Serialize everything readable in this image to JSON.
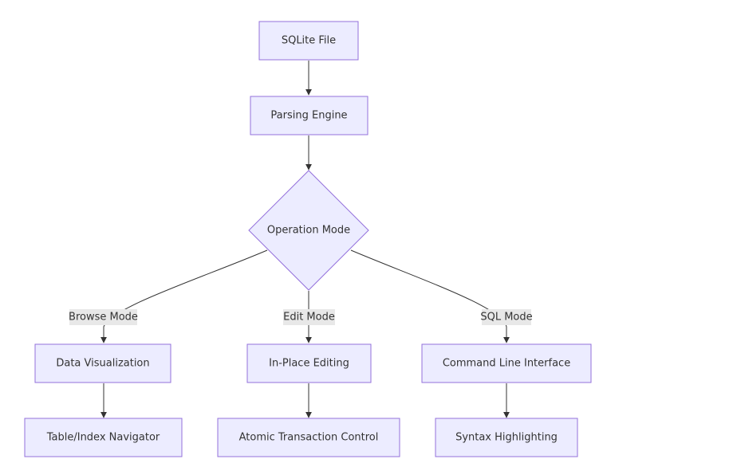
{
  "diagram": {
    "nodes": {
      "sqlite_file": "SQLite File",
      "parsing_engine": "Parsing Engine",
      "operation_mode": "Operation Mode",
      "data_visualization": "Data Visualization",
      "in_place_editing": "In-Place Editing",
      "command_line_interface": "Command Line Interface",
      "table_index_navigator": "Table/Index Navigator",
      "atomic_transaction_control": "Atomic Transaction Control",
      "syntax_highlighting": "Syntax Highlighting"
    },
    "edges": {
      "browse_mode": "Browse Mode",
      "edit_mode": "Edit Mode",
      "sql_mode": "SQL Mode"
    }
  }
}
